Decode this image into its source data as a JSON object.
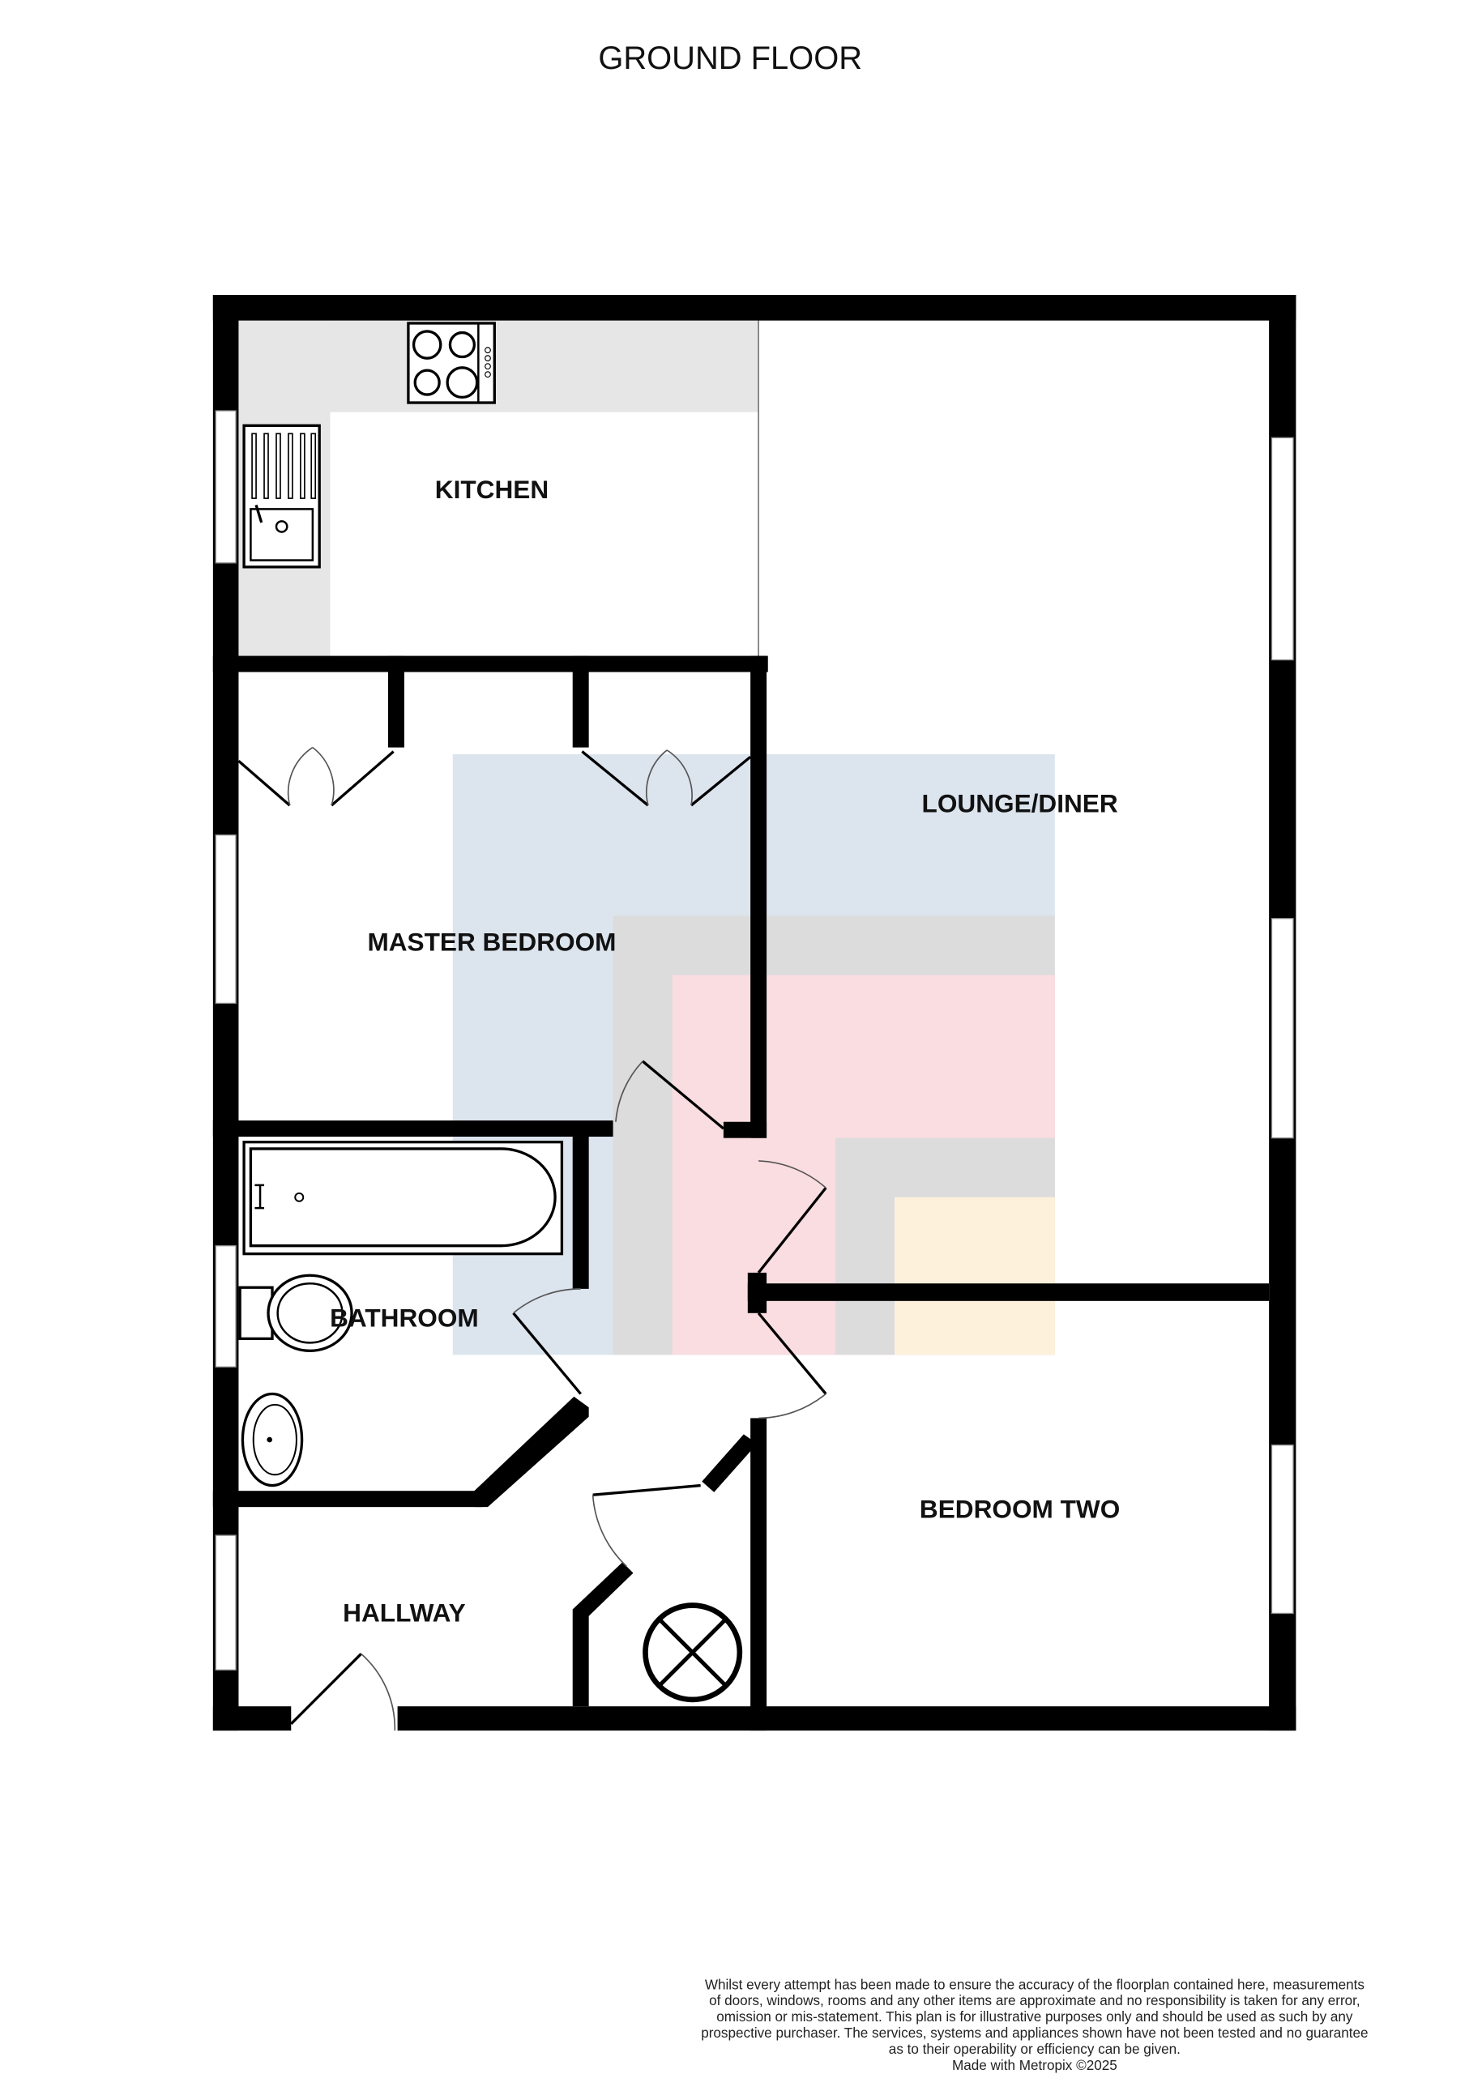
{
  "title": "GROUND FLOOR",
  "rooms": {
    "kitchen": "KITCHEN",
    "lounge": "LOUNGE/DINER",
    "master": "MASTER BEDROOM",
    "bathroom": "BATHROOM",
    "bedroom_two": "BEDROOM TWO",
    "hallway": "HALLWAY"
  },
  "disclaimer": [
    "Whilst every attempt has been made to ensure the accuracy of the floorplan contained here, measurements",
    "of doors, windows, rooms and any other items are approximate and no responsibility is taken for any error,",
    "omission or mis-statement. This plan is for illustrative purposes only and should be used as such by any",
    "prospective purchaser. The services, systems and appliances shown have not been tested and no guarantee",
    "as to their operability or efficiency can be given.",
    "Made with Metropix ©2025"
  ],
  "colors": {
    "blue": "#dce4ee",
    "gray": "#dcdcdc",
    "pink": "#fadde1",
    "cream": "#fdf1dc",
    "counter": "#e6e6e6"
  }
}
